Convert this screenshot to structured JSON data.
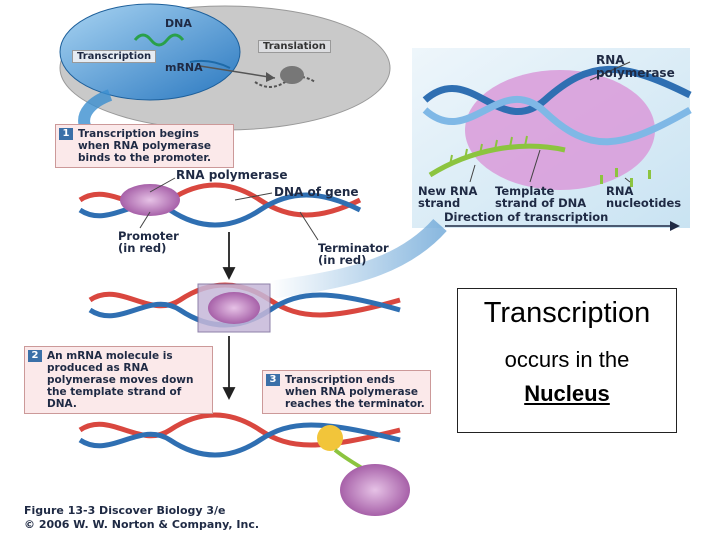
{
  "overview": {
    "dna": "DNA",
    "transcription": "Transcription",
    "translation": "Translation",
    "mrna": "mRNA"
  },
  "step1": {
    "number": "1",
    "text": "Transcription begins when RNA polymerase binds to the promoter."
  },
  "step2": {
    "number": "2",
    "text": "An mRNA molecule is produced as RNA polymerase moves down the template strand of DNA."
  },
  "step3": {
    "number": "3",
    "text": "Transcription ends when RNA polymerase reaches the terminator."
  },
  "labels": {
    "rna_polymerase": "RNA polymerase",
    "dna_of_gene": "DNA of gene",
    "promoter": "Promoter",
    "promoter_sub": "(in red)",
    "terminator": "Terminator",
    "terminator_sub": "(in red)"
  },
  "detail": {
    "rna_polymerase_l1": "RNA",
    "rna_polymerase_l2": "polymerase",
    "new_rna_l1": "New RNA",
    "new_rna_l2": "strand",
    "template_l1": "Template",
    "template_l2": "strand of DNA",
    "rna_nuc_l1": "RNA",
    "rna_nuc_l2": "nucleotides",
    "direction": "Direction of transcription"
  },
  "caption_box": {
    "title": "Transcription",
    "line2": "occurs in the",
    "nucleus": "Nucleus"
  },
  "figure": {
    "caption1": "Figure 13-3  Discover Biology 3/e",
    "caption2": "© 2006 W. W. Norton & Company, Inc."
  }
}
